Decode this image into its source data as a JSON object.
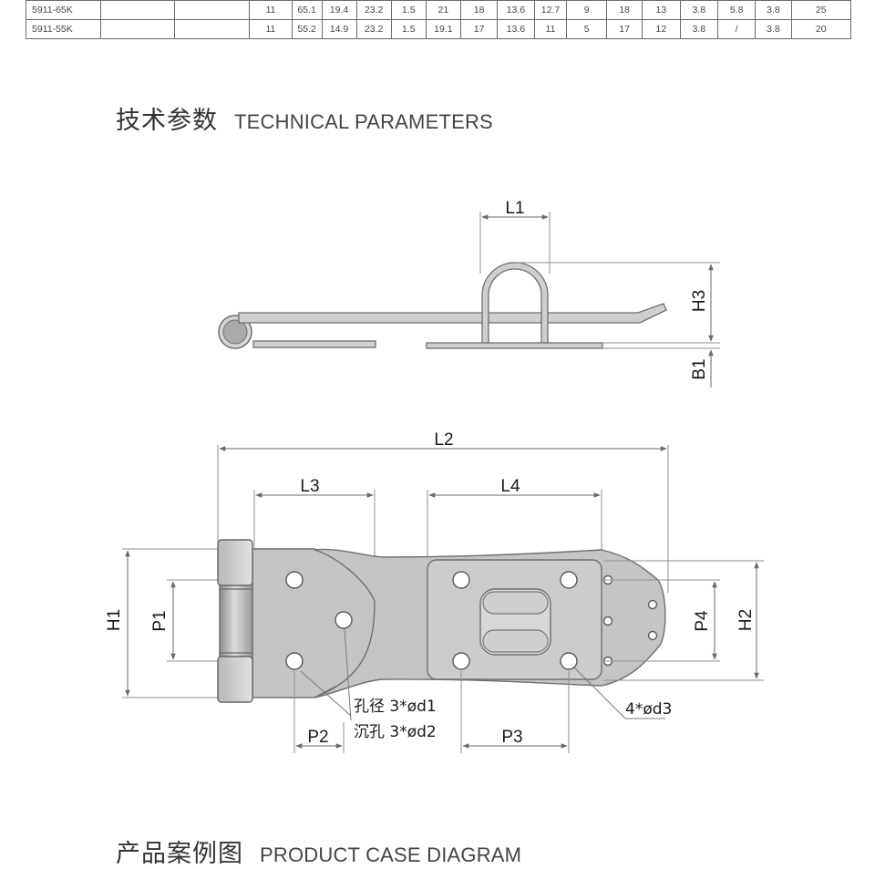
{
  "spec_table": {
    "rows": [
      {
        "model": "5911-65K",
        "cells": [
          "",
          "",
          "11",
          "65.1",
          "19.4",
          "23.2",
          "1.5",
          "21",
          "18",
          "13.6",
          "12.7",
          "9",
          "18",
          "13",
          "3.8",
          "5.8",
          "3.8",
          "25"
        ]
      },
      {
        "model": "5911-55K",
        "cells": [
          "",
          "",
          "11",
          "55.2",
          "14.9",
          "23.2",
          "1.5",
          "19.1",
          "17",
          "13.6",
          "11",
          "5",
          "17",
          "12",
          "3.8",
          "/",
          "3.8",
          "20"
        ]
      }
    ]
  },
  "tech_section": {
    "title_cn": "技术参数",
    "title_en": "TECHNICAL PARAMETERS"
  },
  "diagram": {
    "dimension_labels": {
      "L1": "L1",
      "H3": "H3",
      "B1": "B1",
      "L2": "L2",
      "L3": "L3",
      "L4": "L4",
      "H1": "H1",
      "P1": "P1",
      "P4": "P4",
      "H2": "H2",
      "P2": "P2",
      "P3": "P3"
    },
    "notes": {
      "hole": "孔径 3*ød1",
      "countersunk": "沉孔 3*ød2",
      "four_holes": "4*ød3"
    }
  },
  "next_section": {
    "title_cn": "产品案例图",
    "title_en": "PRODUCT CASE DIAGRAM"
  }
}
